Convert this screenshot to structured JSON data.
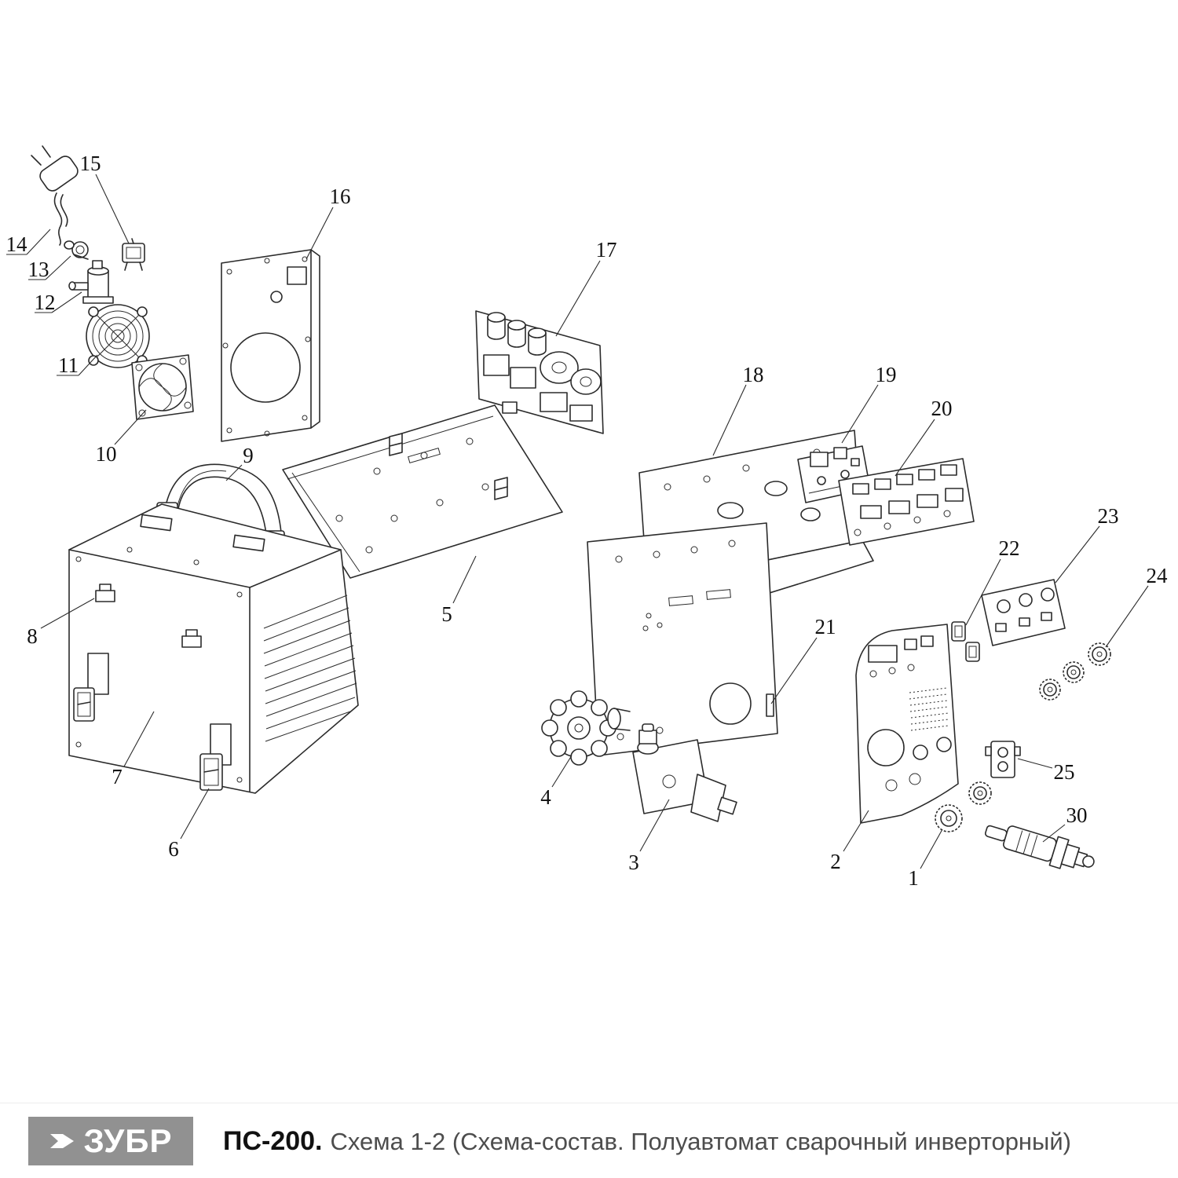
{
  "footer": {
    "logo": "ЗУБР",
    "model": "ПС-200.",
    "subtitle": "Схема 1-2 (Схема-состав. Полуавтомат сварочный инверторный)"
  },
  "parts": [
    "1",
    "2",
    "3",
    "4",
    "5",
    "6",
    "7",
    "8",
    "9",
    "10",
    "11",
    "12",
    "13",
    "14",
    "15",
    "16",
    "17",
    "18",
    "19",
    "20",
    "21",
    "22",
    "23",
    "24",
    "25",
    "30"
  ]
}
